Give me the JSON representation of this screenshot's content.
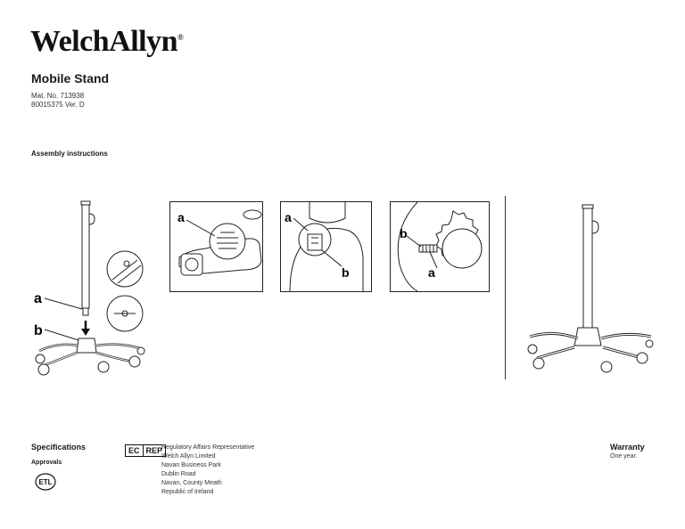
{
  "header": {
    "brand": "WelchAllyn",
    "trademark": "®",
    "title": "Mobile Stand",
    "mat_no": "Mat. No. 713938",
    "doc_ver": "80015375 Ver. D"
  },
  "sections": {
    "assembly": "Assembly instructions"
  },
  "figures": {
    "label_a": "a",
    "label_b": "b"
  },
  "specifications": {
    "heading": "Specifications",
    "approvals": "Approvals",
    "etl_mark": "ETL"
  },
  "ec_rep": {
    "ec": "EC",
    "rep": "REP",
    "lines": [
      "Regulatory Affairs Representative",
      "Welch Allyn Limited",
      "Navan Business Park",
      "Dublin Road",
      "Navan, County Meath",
      "Republic of Ireland"
    ]
  },
  "warranty": {
    "heading": "Warranty",
    "value": "One year."
  }
}
